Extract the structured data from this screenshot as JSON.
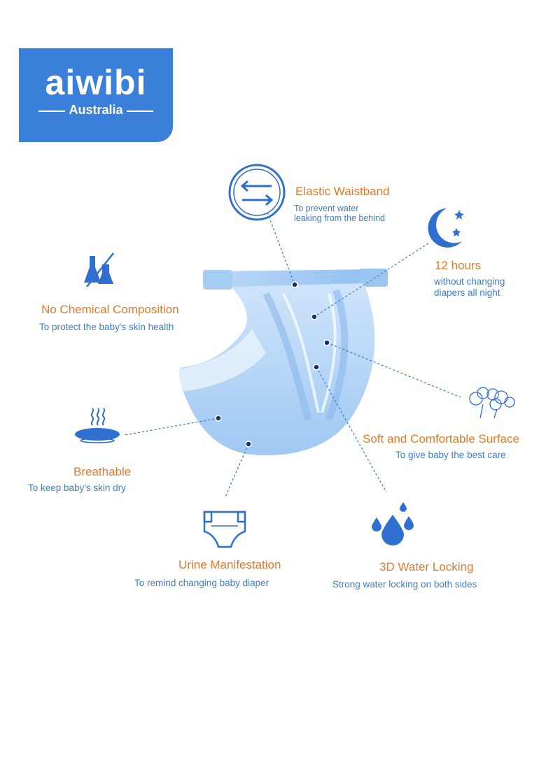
{
  "logo": {
    "word": "aiwibi",
    "subtitle": "Australia"
  },
  "features": {
    "elastic_waistband": {
      "title": "Elastic Waistband",
      "desc_1": "To prevent water",
      "desc_2": "leaking from the behind"
    },
    "twelve_hours": {
      "title": "12 hours",
      "desc_1": "without changing",
      "desc_2": "diapers all night"
    },
    "no_chemical": {
      "title": "No Chemical Composition",
      "desc": "To protect the baby's skin health"
    },
    "soft_surface": {
      "title": "Soft and Comfortable Surface",
      "desc": "To give baby the best care"
    },
    "breathable": {
      "title": "Breathable",
      "desc": "To keep baby's skin dry"
    },
    "urine": {
      "title": "Urine Manifestation",
      "desc": "To remind changing baby diaper"
    },
    "water_locking": {
      "title": "3D Water Locking",
      "desc": "Strong water locking on both sides"
    }
  },
  "colors": {
    "brand_blue": "#3a7fd9",
    "title_orange": "#e07a2a",
    "desc_blue": "#3f7ecb",
    "icon_blue": "#2f6fd0"
  },
  "icons": [
    "arrows-icon",
    "moon-stars-icon",
    "flask-no-chemical-icon",
    "cotton-icon",
    "breathable-pad-icon",
    "diaper-icon",
    "water-drops-icon"
  ]
}
